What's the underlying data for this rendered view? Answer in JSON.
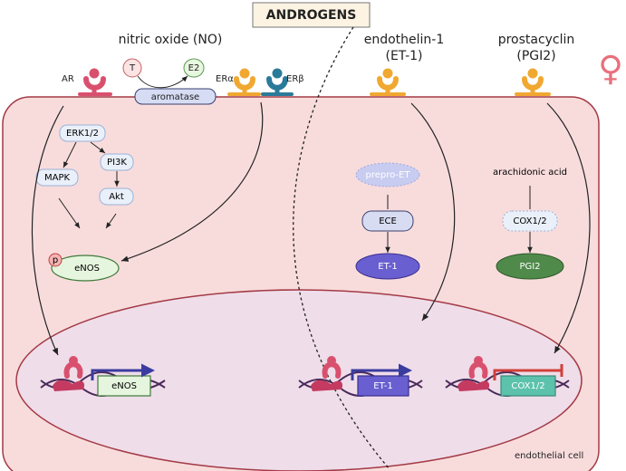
{
  "title": "ANDROGENS",
  "headers": {
    "no": "nitric oxide (NO)",
    "et_line1": "endothelin-1",
    "et_line2": "(ET-1)",
    "pgi_line1": "prostacyclin",
    "pgi_line2": "(PGI2)"
  },
  "female_symbol": "♀",
  "receptors": {
    "ar": "AR",
    "er_alpha": "ERα",
    "er_beta": "ERβ"
  },
  "aromatase": {
    "t": "T",
    "e2": "E2",
    "enzyme": "aromatase"
  },
  "no_pathway": {
    "erk": "ERK1/2",
    "mapk": "MAPK",
    "pi3k": "PI3K",
    "akt": "Akt",
    "phospho": "p",
    "enos": "eNOS"
  },
  "et_pathway": {
    "prepro": "prepro-ET",
    "ece": "ECE",
    "et1": "ET-1"
  },
  "pgi_pathway": {
    "substrate": "arachidonic acid",
    "cox": "COX1/2",
    "pgi2": "PGI2"
  },
  "genes": {
    "enos": "eNOS",
    "et1": "ET-1",
    "cox": "COX1/2"
  },
  "cell_label": "endothelial cell",
  "colors": {
    "cell_fill": "#f8dcdc",
    "cell_stroke": "#a33a45",
    "nucleus_fill": "#efdde9",
    "nucleus_stroke": "#a33a45",
    "ar_receptor": "#d9506e",
    "er_alpha_receptor": "#f0a830",
    "er_beta_receptor": "#2a7a9a",
    "node_blue_fill": "#eaf0fa",
    "node_blue_stroke": "#9ab2d6",
    "enos_fill": "#e6f5de",
    "enos_stroke": "#3d7a3a",
    "et1_fill": "#6a5fd0",
    "pgi2_fill": "#4f8a4a",
    "prepro_fill": "#c8ccf0",
    "ece_fill": "#d8dcf2",
    "cox_gene_fill": "#5cc2ac",
    "title_fill": "#fdf3e3"
  }
}
